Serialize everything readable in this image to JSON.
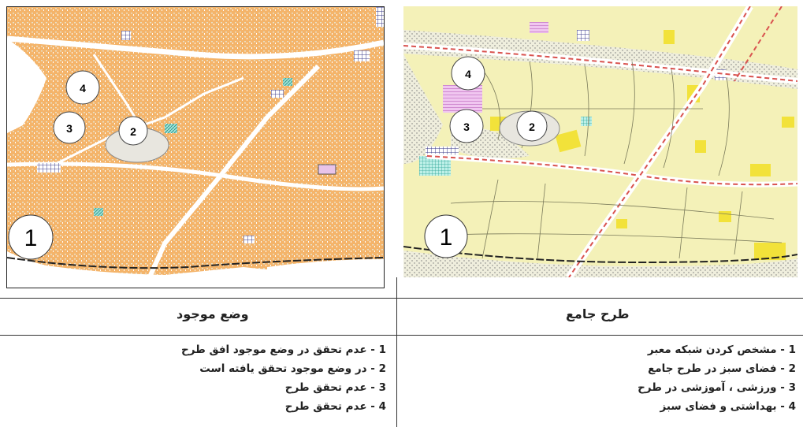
{
  "panels": {
    "existing": {
      "title": "وضع موجود",
      "zone_labels": [
        "1",
        "2",
        "3",
        "4"
      ],
      "legend": [
        {
          "num": "1",
          "text": "عدم تحقق در وضع موجود افق طرح"
        },
        {
          "num": "2",
          "text": "در وضع موجود تحقق یافته است"
        },
        {
          "num": "3",
          "text": "عدم تحقق طرح"
        },
        {
          "num": "4",
          "text": "عدم تحقق طرح"
        }
      ]
    },
    "master_plan": {
      "title": "طرح جامع",
      "zone_labels": [
        "1",
        "2",
        "3",
        "4"
      ],
      "legend": [
        {
          "num": "1",
          "text": "مشخص کردن شبکه معبر"
        },
        {
          "num": "2",
          "text": "فضای سبز در طرح جامع"
        },
        {
          "num": "3",
          "text": "ورزشی ، آموزشی در طرح"
        },
        {
          "num": "4",
          "text": "بهداشتی و فضای سبز"
        }
      ]
    }
  },
  "colors": {
    "existing_fill": "#f4b46a",
    "plan_fill": "#f4f1b8",
    "plan_yellow": "#f2e23a",
    "road_red": "#d9534f",
    "green_hatch": "#3fb6a8",
    "purple": "#c98cc9",
    "blue_grid": "#3a3a8a"
  }
}
